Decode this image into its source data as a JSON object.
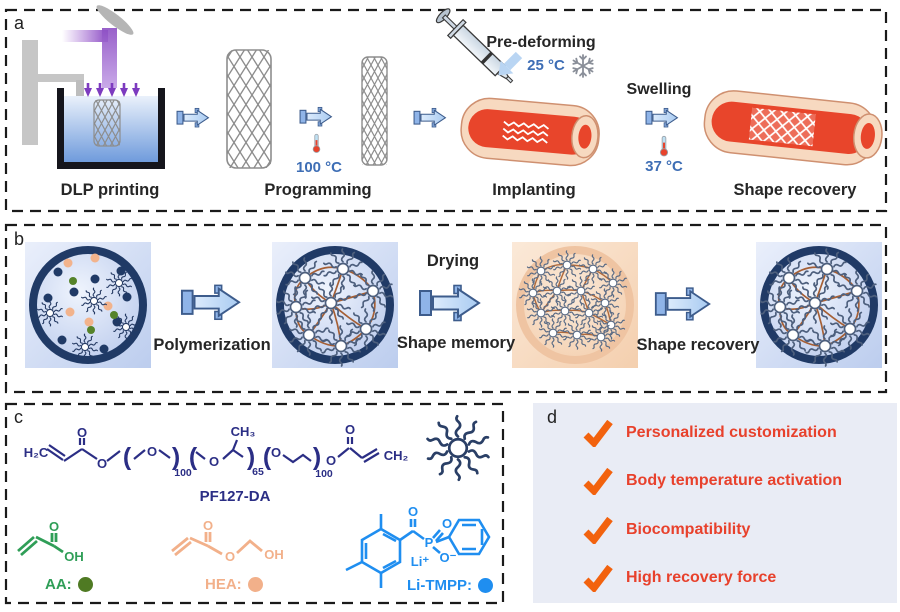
{
  "figure": {
    "panel_a": {
      "label": "a",
      "captions": {
        "dlp": "DLP printing",
        "programming": "Programming",
        "implanting": "Implanting",
        "shape_recovery": "Shape recovery"
      },
      "annotations": {
        "temp_program": "100 °C",
        "pre_deforming": "Pre-deforming",
        "temp_predeform": "25 °C",
        "swelling": "Swelling",
        "temp_recovery": "37 °C"
      }
    },
    "panel_b": {
      "label": "b",
      "captions": {
        "polymerization": "Polymerization",
        "drying": "Drying",
        "shape_memory": "Shape memory",
        "shape_recovery": "Shape recovery"
      }
    },
    "panel_c": {
      "label": "c",
      "pf127": {
        "name": "PF127-DA",
        "h2c": "H₂C",
        "ch3": "CH₃",
        "ch2": "CH₂",
        "o": "O",
        "n100": "100",
        "n65": "65",
        "paren_open": "(",
        "paren_close": ")"
      },
      "aa": {
        "label": "AA:",
        "o": "O",
        "oh": "OH"
      },
      "hea": {
        "label": "HEA:",
        "o": "O",
        "oh": "OH"
      },
      "litmpp": {
        "label": "Li-TMPP:",
        "o": "O",
        "p": "P",
        "o_minus": "O⁻",
        "li": "Li⁺"
      }
    },
    "panel_d": {
      "label": "d",
      "items": [
        "Personalized customization",
        "Body temperature activation",
        "Biocompatibility",
        "High recovery force"
      ]
    }
  },
  "colors": {
    "panel_d_bg": "#e9ecf5",
    "check_orange": "#f2620e",
    "benefit_text": "#e8412c",
    "temp_blue": "#3e6eb5",
    "caption_dark": "#262626",
    "network_navy": "#203a66",
    "chain_brown": "#a55f35",
    "pf127_navy": "#2b2e85",
    "aa_green": "#2f9e57",
    "aa_dot_green": "#4f7a23",
    "hea_peach": "#f2b08a",
    "litmpp_blue": "#1f8ef0",
    "vessel_red": "#e8452b",
    "vessel_wall": "#f7d9c0",
    "uv_purple": "#8d4fc4",
    "arrow_fill": "#bcd8f5",
    "arrow_tail": "#8fb4e8"
  }
}
